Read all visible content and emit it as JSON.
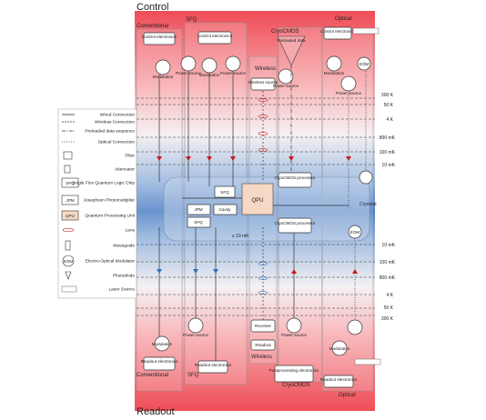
{
  "titles": {
    "top": "Control",
    "bottom": "Readout"
  },
  "sections": {
    "conventional": "Conventional",
    "sfq": "SFQ",
    "wireless": "Wireless",
    "cryocmos": "CryoCMOS",
    "optical": "Optical"
  },
  "boxes": {
    "control_electronics": "Control electronics",
    "power_source": "Power source",
    "modulation": "Modulation",
    "preloaded_data": "Preloaded data",
    "wireless_source": "Wireless source",
    "eom": "EOM",
    "sfq": "SFQ",
    "jpm": "JPM",
    "cavity": "Cavity",
    "qpu": "QPU",
    "cryocmos_processor": "CryoCMOS processor",
    "readout_electronics": "Readout electronics",
    "receiver": "Receiver",
    "readout": "Readout",
    "postprocessing_electronics": "Postprocessing electronics",
    "cryostat": "Cryostat",
    "mk": "≤ 10 mK"
  },
  "temperatures_top": [
    "300 K",
    "50 K",
    "4 K",
    "800 mK",
    "100 mK",
    "10 mK"
  ],
  "temperatures_bottom": [
    "10 mK",
    "100 mK",
    "800 mK",
    "4 K",
    "50 K",
    "300 K"
  ],
  "legend": [
    {
      "label": "Wired Connection",
      "kind": "line-solid"
    },
    {
      "label": "Wireless Connection",
      "kind": "line-wireless"
    },
    {
      "label": "Preloaded data sequence",
      "kind": "line-dashdot"
    },
    {
      "label": "Optical Connection",
      "kind": "line-dotted"
    },
    {
      "label": "Filter",
      "kind": "filter"
    },
    {
      "label": "Attenuator",
      "kind": "attenuator"
    },
    {
      "label": "Single Flux Quantum Logic Chip",
      "kind": "sfq"
    },
    {
      "label": "Josephson Photomultiplier",
      "kind": "jpm"
    },
    {
      "label": "Quantum Processing Unit",
      "kind": "qpu"
    },
    {
      "label": "Lens",
      "kind": "lens"
    },
    {
      "label": "Waveguide",
      "kind": "waveguide"
    },
    {
      "label": "Electro-Optical Modulator",
      "kind": "eom"
    },
    {
      "label": "Photodiode",
      "kind": "photodiode"
    },
    {
      "label": "Laser Source",
      "kind": "laser"
    }
  ],
  "legend_icon_text": {
    "sfq": "SFQ",
    "jpm": "JPM",
    "qpu": "QPU",
    "eom": "EOM"
  },
  "colors": {
    "hot": "#ef4d57",
    "cold": "#4a7cc4",
    "arrow_red": "#c8191e",
    "arrow_blue": "#2f6fc0",
    "qpu_fill": "#f6d9c4"
  }
}
